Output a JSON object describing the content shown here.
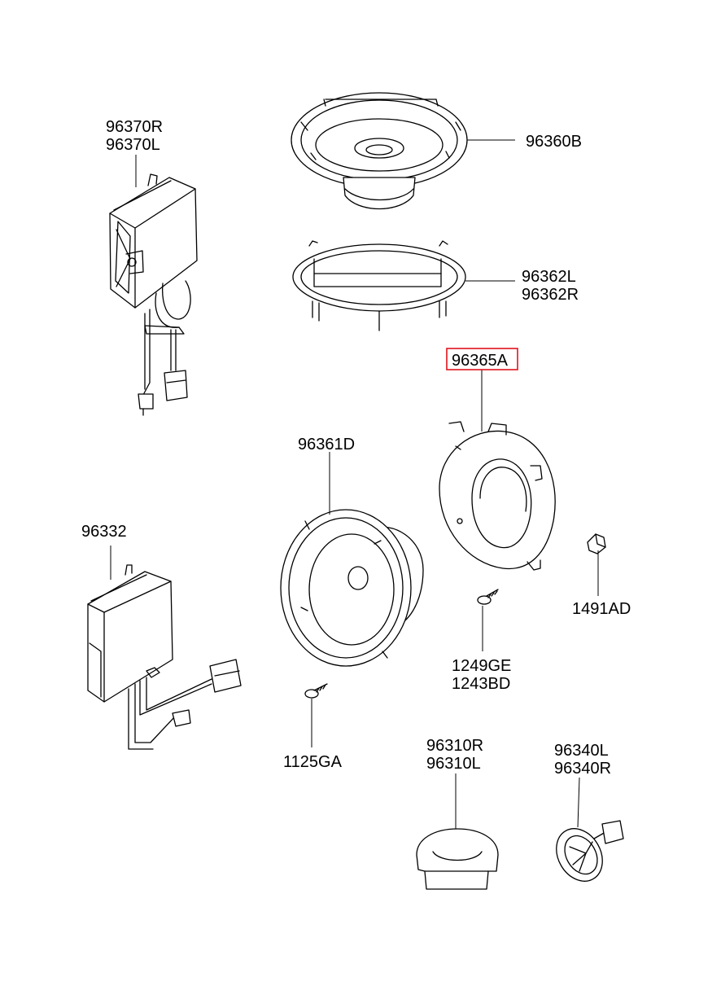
{
  "parts": [
    {
      "id": "tweeter-amp",
      "numbers": [
        "96370R",
        "96370L"
      ]
    },
    {
      "id": "front-speaker",
      "numbers": [
        "96360B"
      ]
    },
    {
      "id": "speaker-bracket",
      "numbers": [
        "96362L",
        "96362R"
      ]
    },
    {
      "id": "speaker-adapter",
      "numbers": [
        "96365A"
      ],
      "highlighted": true
    },
    {
      "id": "door-speaker",
      "numbers": [
        "96361D"
      ]
    },
    {
      "id": "amplifier",
      "numbers": [
        "96332"
      ]
    },
    {
      "id": "clip",
      "numbers": [
        "1491AD"
      ]
    },
    {
      "id": "tapping-screw",
      "numbers": [
        "1249GE",
        "1243BD"
      ]
    },
    {
      "id": "screw",
      "numbers": [
        "1125GA"
      ]
    },
    {
      "id": "tweeter-cover",
      "numbers": [
        "96310R",
        "96310L"
      ]
    },
    {
      "id": "tweeter",
      "numbers": [
        "96340L",
        "96340R"
      ]
    }
  ],
  "colors": {
    "highlight": "#e0141e",
    "line": "#000000"
  }
}
